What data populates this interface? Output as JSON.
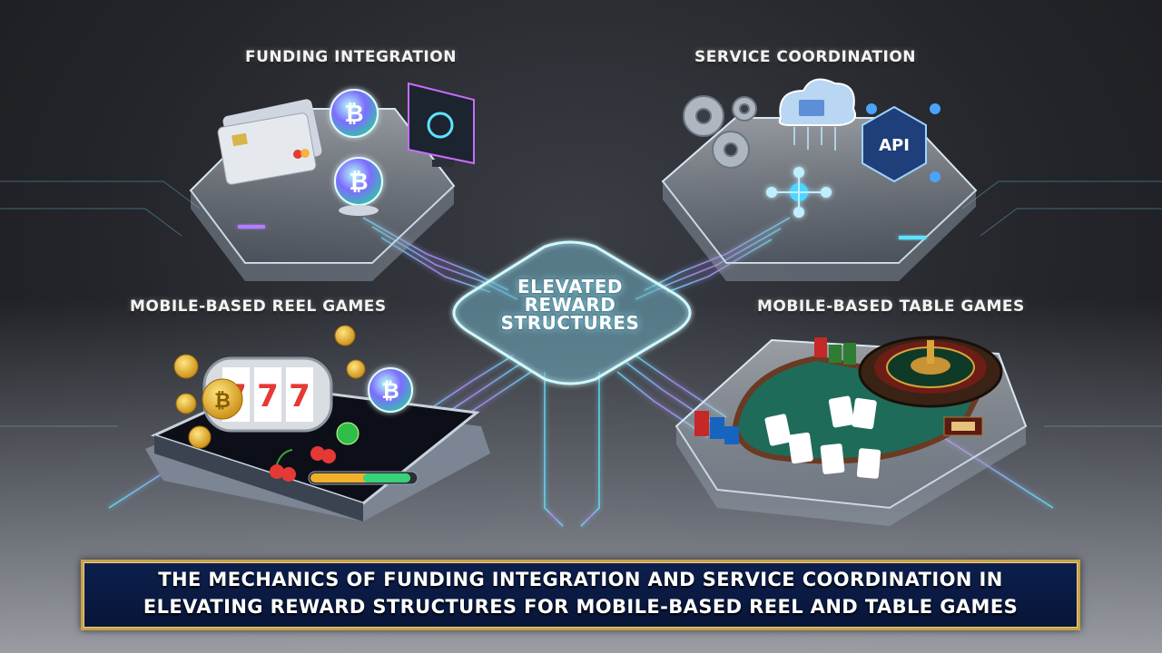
{
  "labels": {
    "funding": "FUNDING INTEGRATION",
    "service": "SERVICE COORDINATION",
    "reel": "MOBILE-BASED REEL GAMES",
    "table": "MOBILE-BASED TABLE GAMES"
  },
  "center": {
    "line1": "ELEVATED",
    "line2": "REWARD",
    "line3": "STRUCTURES"
  },
  "api_label": "API",
  "slot_symbols": [
    "7",
    "7",
    "7"
  ],
  "banner": {
    "line1": "THE MECHANICS OF FUNDING INTEGRATION AND SERVICE COORDINATION IN",
    "line2": "ELEVATING REWARD STRUCTURES FOR MOBILE-BASED REEL AND TABLE GAMES"
  },
  "colors": {
    "banner_bg": "#0c1f4d",
    "banner_border": "#c9a24a",
    "circuit_glow": "#56d8ff",
    "table_felt": "#1f6b5a",
    "coin_gold": "#e7b526",
    "bitcoin": "#f7931a"
  },
  "icons": [
    "credit-card-icon",
    "bitcoin-coin-icon",
    "security-screen-icon",
    "gear-icon",
    "cloud-icon",
    "api-network-icon",
    "node-network-icon",
    "slot-machine-icon",
    "cherry-icon",
    "roulette-wheel-icon",
    "poker-chips-icon",
    "playing-card-icon",
    "smartphone-icon"
  ]
}
